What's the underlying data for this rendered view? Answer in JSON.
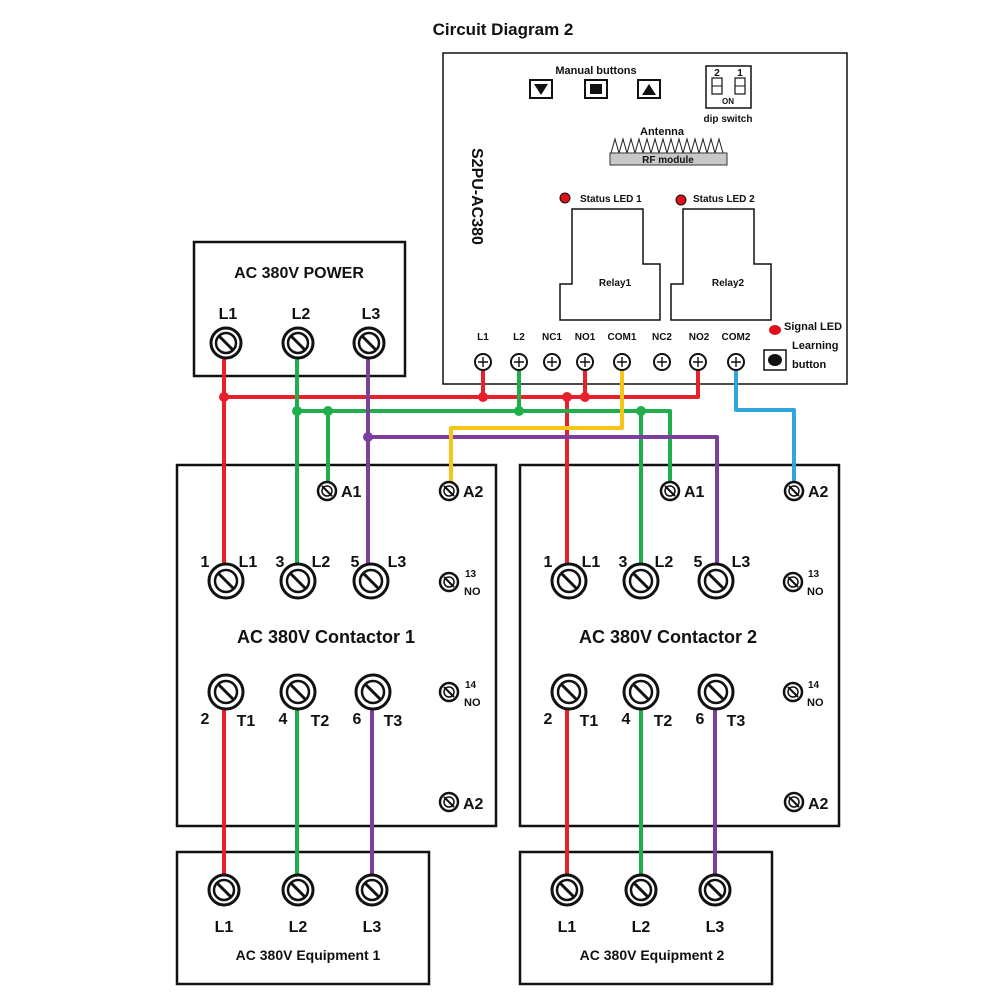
{
  "title": "Circuit Diagram 2",
  "colors": {
    "red": "#e8202a",
    "green": "#1fae4b",
    "purple": "#7b3fa0",
    "yellow": "#f5c518",
    "blue": "#2fa5dc",
    "status_led": "#e0101a"
  },
  "controller": {
    "model": "S2PU-AC380",
    "manual_buttons_label": "Manual buttons",
    "dip_switch_label": "dip switch",
    "dip_numbers": [
      "2",
      "1"
    ],
    "dip_on": "ON",
    "antenna_label": "Antenna",
    "rf_module_label": "RF module",
    "status_led1_label": "Status LED 1",
    "status_led2_label": "Status LED 2",
    "relay1_label": "Relay1",
    "relay2_label": "Relay2",
    "signal_led_label": "Signal LED",
    "learning_label": "Learning",
    "button_label": "button",
    "terminals": [
      "L1",
      "L2",
      "NC1",
      "NO1",
      "COM1",
      "NC2",
      "NO2",
      "COM2"
    ]
  },
  "power": {
    "title": "AC 380V POWER",
    "terminals": [
      "L1",
      "L2",
      "L3"
    ]
  },
  "contactor1": {
    "title": "AC 380V Contactor 1",
    "a1": "A1",
    "a2_top": "A2",
    "a2_bottom": "A2",
    "in_numbers": [
      "1",
      "3",
      "5"
    ],
    "in_labels": [
      "L1",
      "L2",
      "L3"
    ],
    "out_numbers": [
      "2",
      "4",
      "6"
    ],
    "out_labels": [
      "T1",
      "T2",
      "T3"
    ],
    "aux13_num": "13",
    "aux13_no": "NO",
    "aux14_num": "14",
    "aux14_no": "NO"
  },
  "contactor2": {
    "title": "AC 380V Contactor 2",
    "a1": "A1",
    "a2_top": "A2",
    "a2_bottom": "A2",
    "in_numbers": [
      "1",
      "3",
      "5"
    ],
    "in_labels": [
      "L1",
      "L2",
      "L3"
    ],
    "out_numbers": [
      "2",
      "4",
      "6"
    ],
    "out_labels": [
      "T1",
      "T2",
      "T3"
    ],
    "aux13_num": "13",
    "aux13_no": "NO",
    "aux14_num": "14",
    "aux14_no": "NO"
  },
  "equipment1": {
    "title": "AC 380V Equipment 1",
    "terminals": [
      "L1",
      "L2",
      "L3"
    ]
  },
  "equipment2": {
    "title": "AC 380V Equipment 2",
    "terminals": [
      "L1",
      "L2",
      "L3"
    ]
  }
}
